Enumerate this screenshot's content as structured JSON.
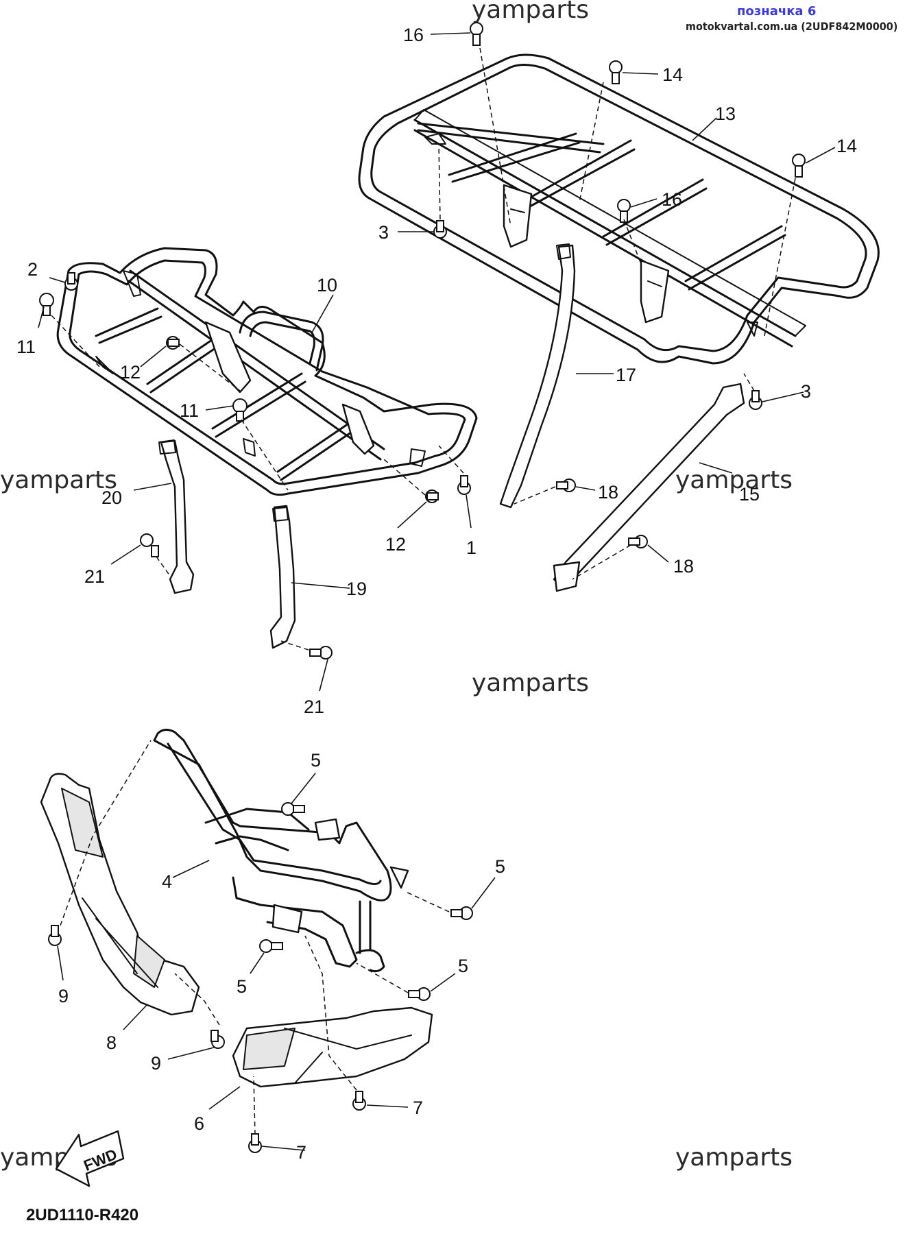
{
  "header": {
    "bookmark": "позначка 6",
    "source": "motokvartal.com.ua (2UDF842M0000)"
  },
  "watermark": "yamparts",
  "diagram_code": "2UD1110-R420",
  "fwd_label": "FWD",
  "callouts": [
    "1",
    "2",
    "3",
    "3",
    "4",
    "5",
    "5",
    "5",
    "5",
    "6",
    "7",
    "7",
    "8",
    "9",
    "9",
    "10",
    "11",
    "11",
    "12",
    "12",
    "13",
    "14",
    "14",
    "15",
    "16",
    "16",
    "17",
    "18",
    "18",
    "19",
    "20",
    "21",
    "21"
  ]
}
